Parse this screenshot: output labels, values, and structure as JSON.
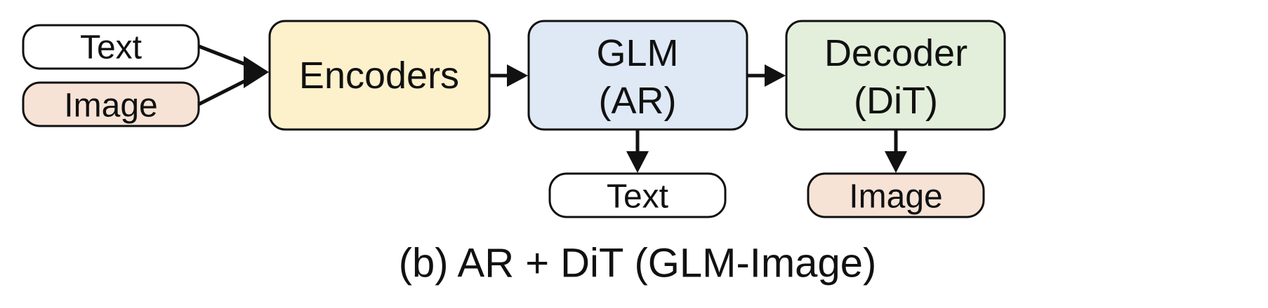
{
  "colors": {
    "stroke": "#111111",
    "text_bg": "#ffffff",
    "image_bg": "#f6e3d6",
    "encoders_bg": "#fdf1cc",
    "glm_bg": "#dfe9f5",
    "decoder_bg": "#e3efdb"
  },
  "inputs": {
    "text": "Text",
    "image": "Image"
  },
  "blocks": {
    "encoders": "Encoders",
    "glm": {
      "line1": "GLM",
      "line2": "(AR)"
    },
    "decoder": {
      "line1": "Decoder",
      "line2": "(DiT)"
    }
  },
  "outputs": {
    "text": "Text",
    "image": "Image"
  },
  "caption": "(b) AR + DiT (GLM-Image)"
}
